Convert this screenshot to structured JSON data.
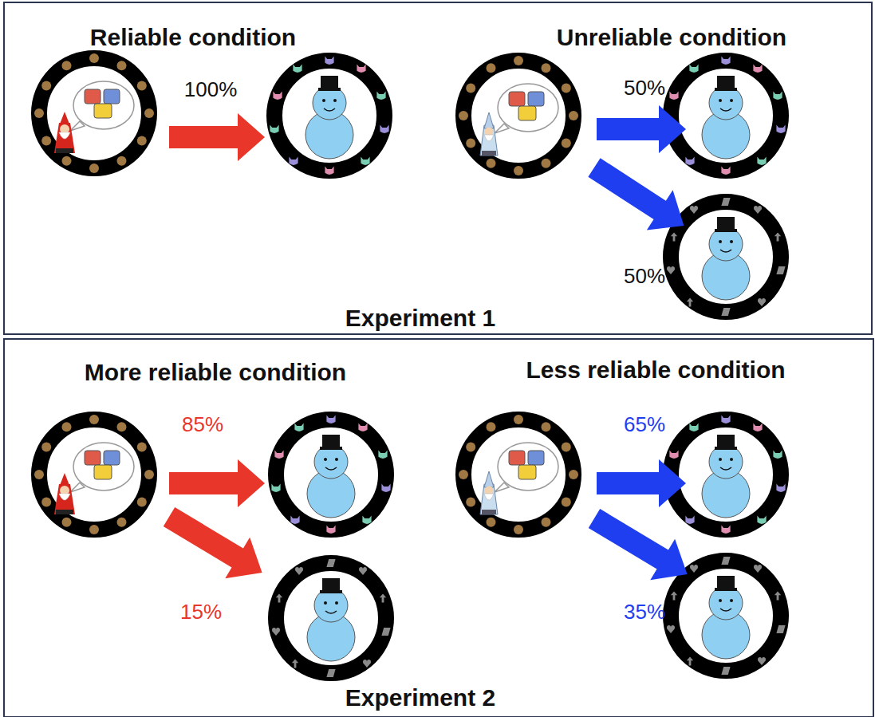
{
  "diagram": {
    "nodes": [
      {
        "text": [
          "Experiment 1"
        ]
      },
      {
        "text": [
          "Experiment 2"
        ]
      }
    ],
    "labels": [
      "Reliable condition",
      "Unreliable condition",
      "100%",
      "50%",
      "50%",
      "More reliable condition",
      "Less reliable condition",
      "85%",
      "15%",
      "65%",
      "35%"
    ]
  }
}
